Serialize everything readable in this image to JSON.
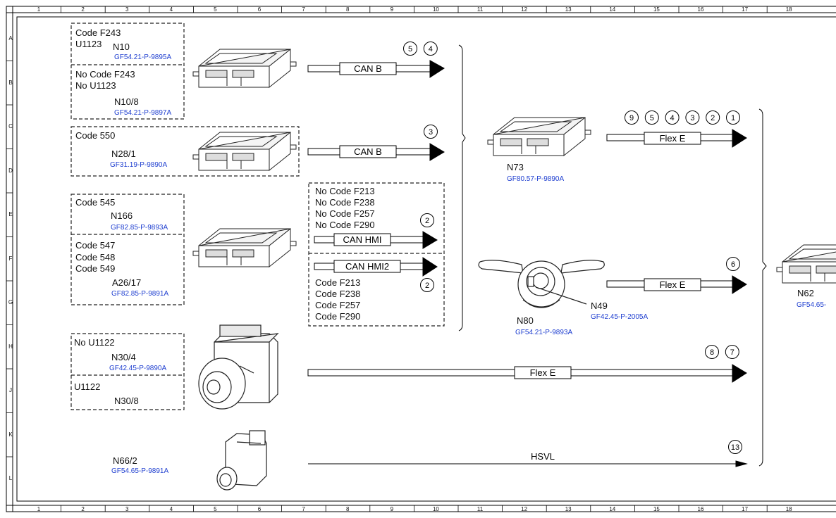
{
  "grid": {
    "columns": [
      "1",
      "2",
      "3",
      "4",
      "5",
      "6",
      "7",
      "8",
      "9",
      "10",
      "11",
      "12",
      "13",
      "14",
      "15",
      "16",
      "17",
      "18"
    ],
    "rows": [
      "A",
      "B",
      "C",
      "D",
      "E",
      "F",
      "G",
      "H",
      "J",
      "K",
      "L"
    ]
  },
  "groups": {
    "g1": {
      "lines": [
        "Code F243",
        "U1123"
      ],
      "name": "N10",
      "ref": "GF54.21-P-9895A"
    },
    "g2": {
      "lines": [
        "No Code F243",
        "No U1123"
      ],
      "name": "N10/8",
      "ref": "GF54.21-P-9897A"
    },
    "g3": {
      "lines": [
        "Code 550"
      ],
      "name": "N28/1",
      "ref": "GF31.19-P-9890A"
    },
    "g4": {
      "lines": [
        "Code 545"
      ],
      "name": "N166",
      "ref": "GF82.85-P-9893A"
    },
    "g5": {
      "lines": [
        "Code 547",
        "Code 548",
        "Code 549"
      ],
      "name": "A26/17",
      "ref": "GF82.85-P-9891A"
    },
    "g6": {
      "lines": [
        "No  U1122"
      ],
      "name": "N30/4",
      "ref": "GF42.45-P-9890A"
    },
    "g7": {
      "lines": [
        "U1122"
      ],
      "name": "N30/8"
    },
    "g8": {
      "name": "N66/2",
      "ref": "GF54.65-P-9891A"
    },
    "hmi1": {
      "lines": [
        "No Code F213",
        "No Code F238",
        "No Code F257",
        "No Code F290"
      ]
    },
    "hmi2": {
      "lines": [
        "Code F213",
        "Code F238",
        "Code F257",
        "Code F290"
      ]
    }
  },
  "buses": {
    "b1": {
      "label": "CAN B",
      "callouts": [
        "5",
        "4"
      ]
    },
    "b2": {
      "label": "CAN B",
      "callouts": [
        "3"
      ]
    },
    "b3": {
      "label": "CAN HMI",
      "callouts": [
        "2"
      ]
    },
    "b4": {
      "label": "CAN HMI2",
      "callouts": [
        "2"
      ]
    },
    "b5": {
      "label": "Flex E",
      "callouts": [
        "9",
        "5",
        "4",
        "3",
        "2",
        "1"
      ]
    },
    "b6": {
      "label": "Flex E",
      "callouts": [
        "6"
      ]
    },
    "b7": {
      "label": "Flex E",
      "callouts": [
        "8",
        "7"
      ]
    },
    "b8": {
      "label": "HSVL",
      "callouts": [
        "13"
      ]
    }
  },
  "components": {
    "n73": {
      "name": "N73",
      "ref": "GF80.57-P-9890A"
    },
    "n80": {
      "name": "N80",
      "ref": "GF54.21-P-9893A"
    },
    "n49": {
      "name": "N49",
      "ref": "GF42.45-P-2005A"
    },
    "n62": {
      "name": "N62",
      "ref": "GF54.65-"
    }
  }
}
